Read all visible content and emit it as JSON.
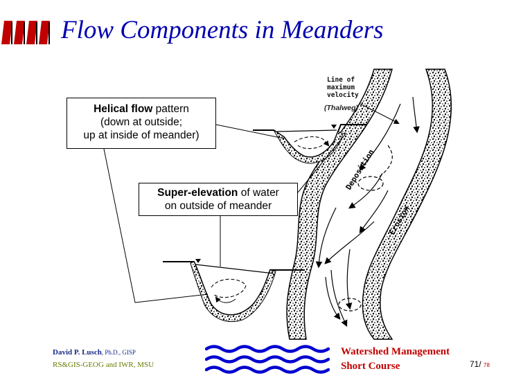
{
  "title": "Flow Components in Meanders",
  "callouts": {
    "helical": {
      "bold": "Helical flow",
      "rest": " pattern",
      "line2": "(down at outside;",
      "line3": "up at inside of meander)"
    },
    "superelevation": {
      "bold": "Super-elevation",
      "rest": " of water",
      "line2": "on outside of meander"
    }
  },
  "diagram_labels": {
    "line_of_max_velocity": [
      "Line of",
      "maximum",
      "velocity"
    ],
    "thalweg": "(Thalweg)",
    "deposition": "Deposition",
    "erosion": "Erosion"
  },
  "footer": {
    "author_name": "David P. Lusch",
    "author_credentials": ", Ph.D., GISP",
    "organization": "RS&GIS-GEOG and IWR, MSU",
    "course_line1": "Watershed Management",
    "course_line2": "Short Course",
    "page_current": "71",
    "page_sep": "/",
    "page_total": "78"
  },
  "colors": {
    "title": "#0000b0",
    "logo_red": "#c00000",
    "course_text": "#c00000",
    "waves": "#0000d0"
  }
}
